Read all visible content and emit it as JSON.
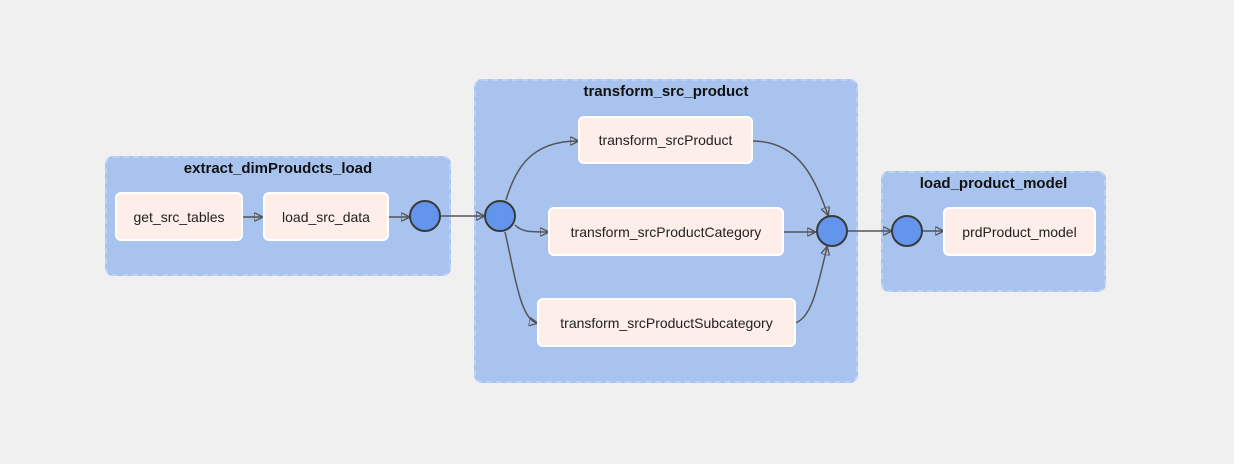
{
  "groups": {
    "extract": {
      "title": "extract_dimProudcts_load"
    },
    "transform": {
      "title": "transform_src_product"
    },
    "load": {
      "title": "load_product_model"
    }
  },
  "tasks": {
    "get_src_tables": "get_src_tables",
    "load_src_data": "load_src_data",
    "transform_srcProduct": "transform_srcProduct",
    "transform_srcProductCategory": "transform_srcProductCategory",
    "transform_srcProductSubcategory": "transform_srcProductSubcategory",
    "prdProduct_model": "prdProduct_model"
  },
  "colors": {
    "background": "#f0f0f0",
    "group_fill": "#a8c3ee",
    "task_fill": "#fdeee9",
    "node_fill": "#6495ed",
    "edge": "#555555"
  }
}
